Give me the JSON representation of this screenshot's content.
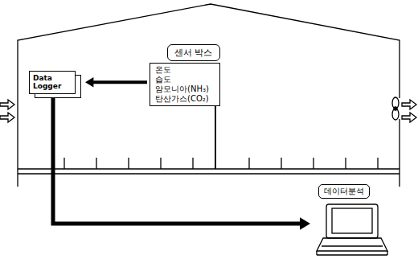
{
  "diagram": {
    "nodes": [
      {
        "text": [
          "Data Logger"
        ]
      },
      {
        "text": [
          "센서 박스",
          "온도",
          "습도",
          "암모니아(NH₃)",
          "탄산가스(CO₂)"
        ]
      },
      {
        "text": [
          "데이터분석"
        ]
      }
    ],
    "edges": [
      {
        "from": 1,
        "to": 0,
        "arrow": "to"
      },
      {
        "from": 0,
        "to": 2,
        "arrow": "to"
      }
    ]
  }
}
